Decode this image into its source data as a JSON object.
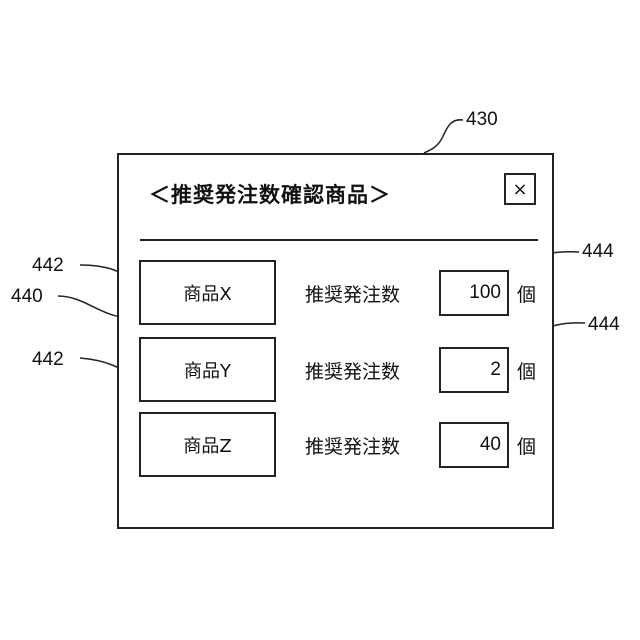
{
  "refs": {
    "panel": "430",
    "row_group": "440",
    "product_a": "442",
    "product_b": "442",
    "qty_a": "444",
    "qty_b": "444"
  },
  "panel": {
    "title": "＜推奨発注数確認商品＞",
    "close_icon": "×",
    "close_label": "×"
  },
  "rows": [
    {
      "product": "商品X",
      "label": "推奨発注数",
      "quantity": "100",
      "unit": "個"
    },
    {
      "product": "商品Y",
      "label": "推奨発注数",
      "quantity": "2",
      "unit": "個"
    },
    {
      "product": "商品Z",
      "label": "推奨発注数",
      "quantity": "40",
      "unit": "個"
    }
  ],
  "colors": {
    "line": "#222222",
    "background": "#ffffff",
    "text": "#111111"
  }
}
